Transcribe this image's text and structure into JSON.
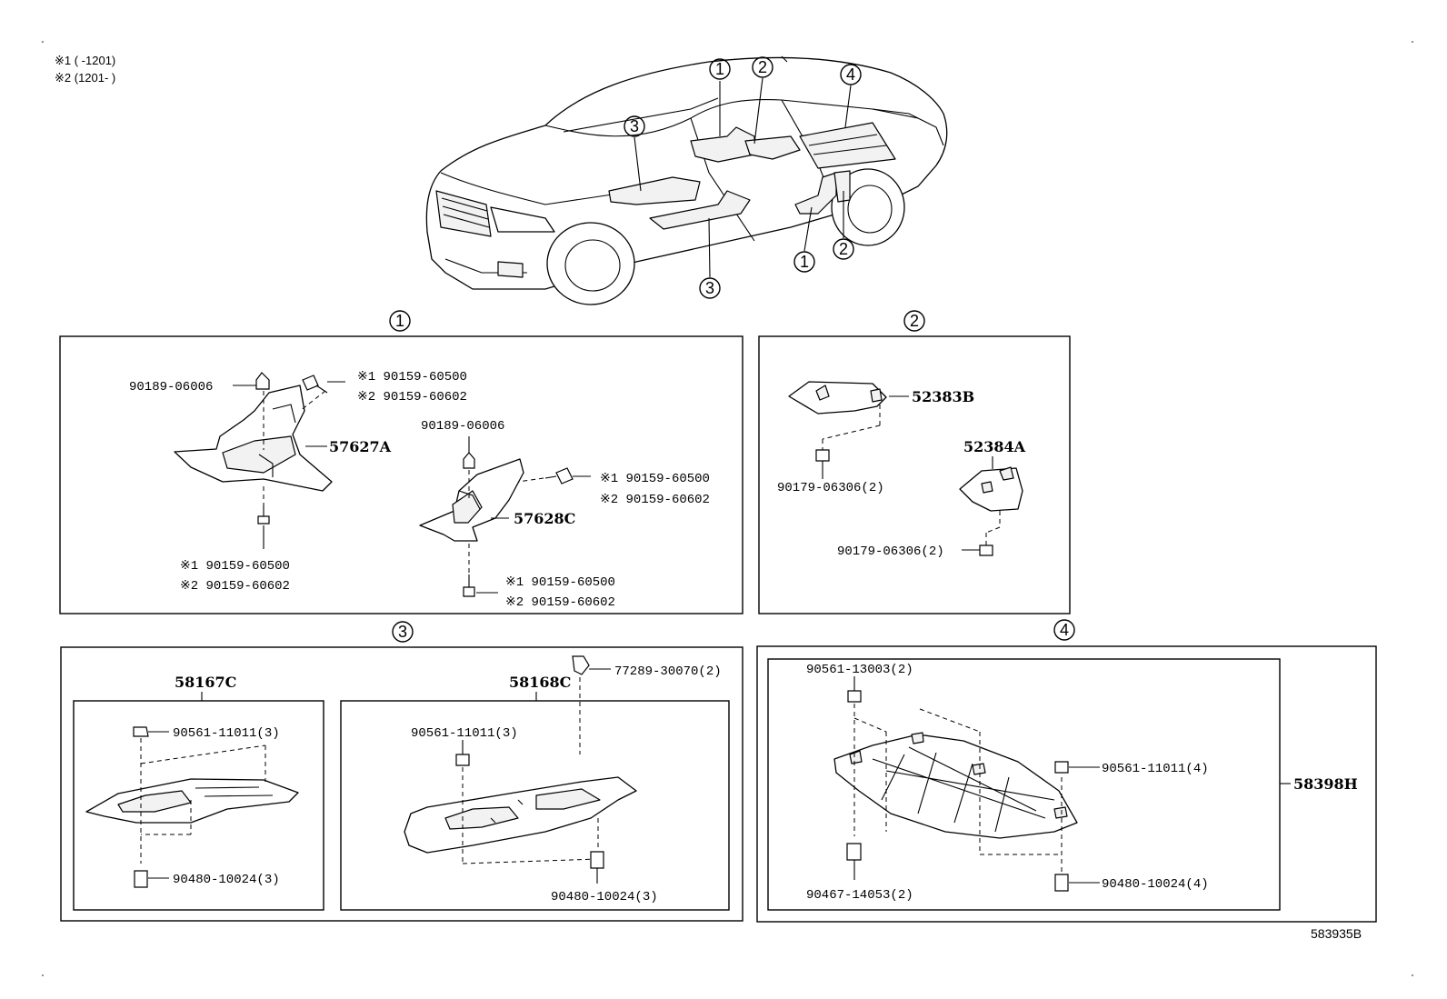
{
  "notes": {
    "n1": "※1 (      -1201)",
    "n2": "※2 (1201-      )"
  },
  "index": {
    "c1": "1",
    "c2": "2",
    "c3": "3",
    "c4": "4"
  },
  "diagram_id": "583935B",
  "panel1": {
    "p57627A": "57627A",
    "p57628C": "57628C",
    "f_a": "90189-06006",
    "f_b": "90189-06006",
    "top_n1": "※1  90159-60500",
    "top_n2": "※2  90159-60602",
    "mid_n1": "※1  90159-60500",
    "mid_n2": "※2  90159-60602",
    "botl_n1": "※1  90159-60500",
    "botl_n2": "※2  90159-60602",
    "botr_n1": "※1  90159-60500",
    "botr_n2": "※2  90159-60602"
  },
  "panel2": {
    "p52383B": "52383B",
    "p52384A": "52384A",
    "f1": "90179-06306(2)",
    "f2": "90179-06306(2)"
  },
  "panel3": {
    "p58167C": "58167C",
    "p58168C": "58168C",
    "clip": "77289-30070(2)",
    "l_top": "90561-11011(3)",
    "l_bot": "90480-10024(3)",
    "r_top": "90561-11011(3)",
    "r_bot": "90480-10024(3)"
  },
  "panel4": {
    "p58398H": "58398H",
    "f_tl": "90561-13003(2)",
    "f_bl": "90467-14053(2)",
    "f_tr": "90561-11011(4)",
    "f_br": "90480-10024(4)"
  }
}
